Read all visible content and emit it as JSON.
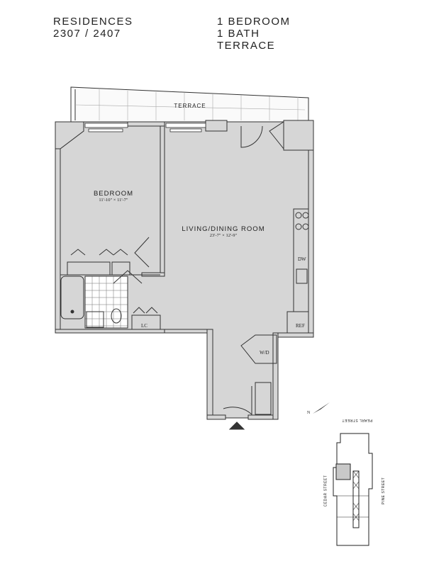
{
  "header": {
    "residences_label": "RESIDENCES",
    "residence_numbers": "2307 / 2407",
    "bedrooms": "1 BEDROOM",
    "baths": "1 BATH",
    "feature": "TERRACE"
  },
  "rooms": {
    "terrace": "TERRACE",
    "bedroom": {
      "name": "BEDROOM",
      "dims": "11'-10\" × 11'-7\""
    },
    "living": {
      "name": "LIVING/DINING ROOM",
      "dims": "23'-7\" × 12'-9\""
    }
  },
  "fixtures": {
    "dw": "DW",
    "ref": "REF",
    "lc": "LC",
    "wd": "W/D"
  },
  "keyplan": {
    "north": "N",
    "streets": [
      "PEARL STREET",
      "CEDAR STREET",
      "PINE STREET"
    ],
    "highlight_color": "#c8c8c8"
  }
}
